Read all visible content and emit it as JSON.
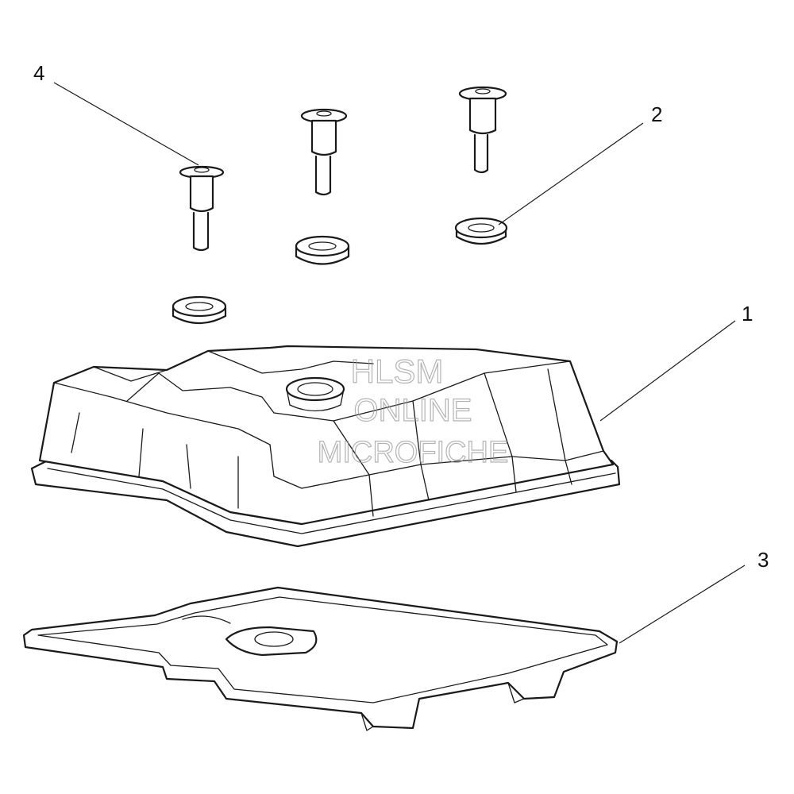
{
  "callouts": [
    {
      "id": "1",
      "label": "1"
    },
    {
      "id": "2",
      "label": "2"
    },
    {
      "id": "3",
      "label": "3"
    },
    {
      "id": "4",
      "label": "4"
    }
  ],
  "watermark": {
    "line1": "HLSM",
    "line2": "ONLINE",
    "line3": "MICROFICHE"
  },
  "colors": {
    "line": "#1a1a1a",
    "background": "#ffffff",
    "watermark": "#9a9a9a"
  }
}
